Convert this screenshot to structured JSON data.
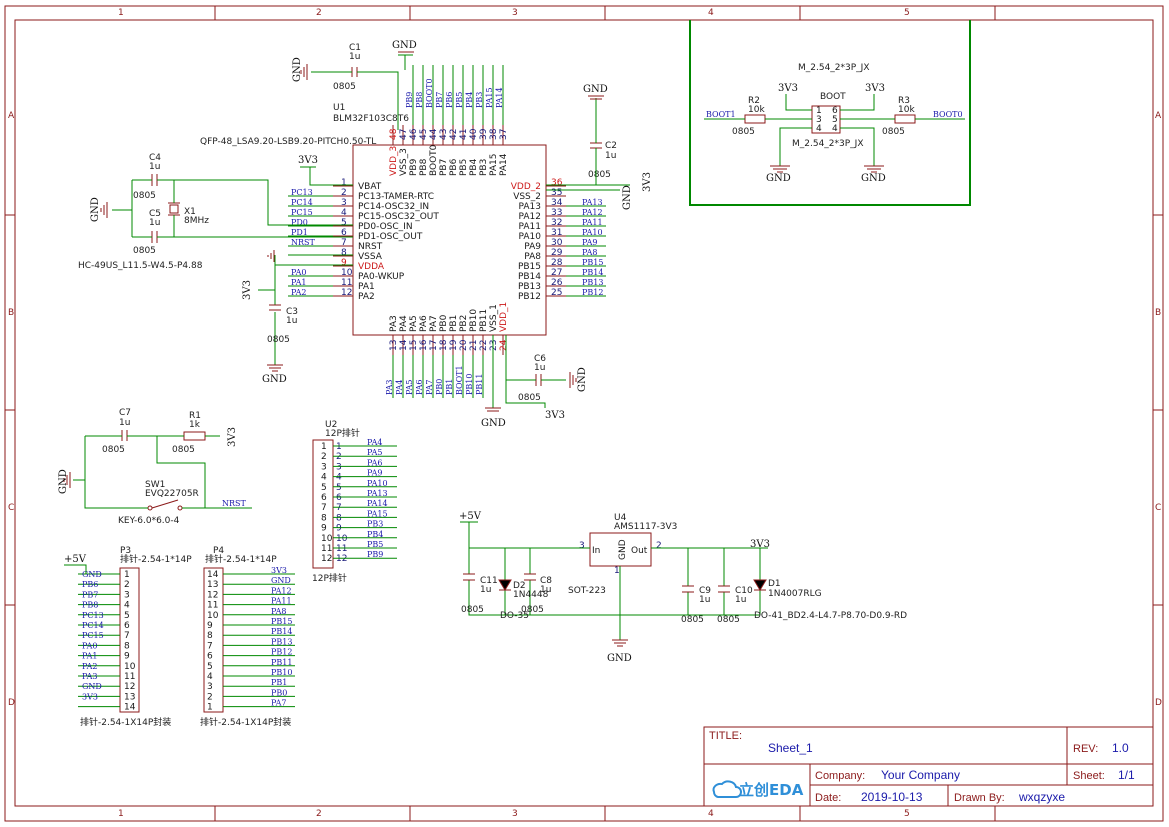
{
  "ruler": {
    "cols": [
      "1",
      "2",
      "3",
      "4",
      "5"
    ],
    "rows": [
      "A",
      "B",
      "C",
      "D"
    ]
  },
  "u1": {
    "ref": "U1",
    "part": "BLM32F103C8T6",
    "pkg": "QFP-48_LSA9.20-LSB9.20-PITCH0.50-TL",
    "left": [
      [
        "1",
        "VBAT"
      ],
      [
        "2",
        "PC13-TAMER-RTC"
      ],
      [
        "3",
        "PC14-OSC32_IN"
      ],
      [
        "4",
        "PC15-OSC32_OUT"
      ],
      [
        "5",
        "PD0-OSC_IN"
      ],
      [
        "6",
        "PD1-OSC_OUT"
      ],
      [
        "7",
        "NRST"
      ],
      [
        "8",
        "VSSA"
      ],
      [
        "9",
        "VDDA"
      ],
      [
        "10",
        "PA0-WKUP"
      ],
      [
        "11",
        "PA1"
      ],
      [
        "12",
        "PA2"
      ]
    ],
    "right": [
      [
        "36",
        "VDD_2"
      ],
      [
        "35",
        "VSS_2"
      ],
      [
        "34",
        "PA13"
      ],
      [
        "33",
        "PA12"
      ],
      [
        "32",
        "PA11"
      ],
      [
        "31",
        "PA10"
      ],
      [
        "30",
        "PA9"
      ],
      [
        "29",
        "PA8"
      ],
      [
        "28",
        "PB15"
      ],
      [
        "27",
        "PB14"
      ],
      [
        "26",
        "PB13"
      ],
      [
        "25",
        "PB12"
      ]
    ],
    "top": [
      [
        "48",
        "VDD_3"
      ],
      [
        "47",
        "VSS_3"
      ],
      [
        "46",
        "PB9"
      ],
      [
        "45",
        "PB8"
      ],
      [
        "44",
        "BOOT0"
      ],
      [
        "43",
        "PB7"
      ],
      [
        "42",
        "PB6"
      ],
      [
        "41",
        "PB5"
      ],
      [
        "40",
        "PB4"
      ],
      [
        "39",
        "PB3"
      ],
      [
        "38",
        "PA15"
      ],
      [
        "37",
        "PA14"
      ]
    ],
    "bottom": [
      [
        "13",
        "PA3"
      ],
      [
        "14",
        "PA4"
      ],
      [
        "15",
        "PA5"
      ],
      [
        "16",
        "PA6"
      ],
      [
        "17",
        "PA7"
      ],
      [
        "18",
        "PB0"
      ],
      [
        "19",
        "PB1"
      ],
      [
        "20",
        "PB2"
      ],
      [
        "21",
        "PB10"
      ],
      [
        "22",
        "PB11"
      ],
      [
        "23",
        "VSS_1"
      ],
      [
        "24",
        "VDD_1"
      ]
    ],
    "leftnets": [
      "",
      "PC13",
      "PC14",
      "PC15",
      "PD0",
      "PD1",
      "NRST",
      "",
      "",
      "PA0",
      "PA1",
      "PA2"
    ],
    "rightnets": [
      "",
      "",
      "PA13",
      "PA12",
      "PA11",
      "PA10",
      "PA9",
      "PA8",
      "PB15",
      "PB14",
      "PB13",
      "PB12"
    ],
    "topnets": [
      "",
      "",
      "PB9",
      "PB8",
      "BOOT0",
      "PB7",
      "PB6",
      "PB5",
      "PB4",
      "PB3",
      "PA15",
      "PA14"
    ],
    "botnets": [
      "PA3",
      "PA4",
      "PA5",
      "PA6",
      "PA7",
      "PB0",
      "PB1",
      "BOOT1",
      "PB10",
      "PB11",
      "",
      ""
    ]
  },
  "parts": {
    "c1": "C1",
    "c1v": "1u",
    "c1p": "0805",
    "c2": "C2",
    "c2v": "1u",
    "c2p": "0805",
    "c3": "C3",
    "c3v": "1u",
    "c3p": "0805",
    "c4": "C4",
    "c4v": "1u",
    "c4p": "0805",
    "c5": "C5",
    "c5v": "1u",
    "c5p": "0805",
    "c6": "C6",
    "c6v": "1u",
    "c6p": "0805",
    "c7": "C7",
    "c7v": "1u",
    "c7p": "0805",
    "r1": "R1",
    "r1v": "1k",
    "r1p": "0805",
    "x1": "X1",
    "x1v": "8MHz",
    "x1p": "HC-49US_L11.5-W4.5-P4.88",
    "sw1": "SW1",
    "sw1v": "EVQ22705R",
    "sw1p": "KEY-6.0*6.0-4",
    "r2": "R2",
    "r2v": "10k",
    "r2p": "0805",
    "r3": "R3",
    "r3v": "10k",
    "r3p": "0805",
    "boot": "BOOT",
    "bootpart": "M_2.54_2*3P_JX",
    "bootpkg": "M_2.54_2*3P_JX",
    "boot1net": "BOOT1",
    "boot0net": "BOOT0",
    "u2": "U2",
    "u2v": "12P排针",
    "u2p": "12P排针",
    "u2nets": [
      "PA4",
      "PA5",
      "PA6",
      "PA9",
      "PA10",
      "PA13",
      "PA14",
      "PA15",
      "PB3",
      "PB4",
      "PB5",
      "PB9"
    ],
    "p3": "P3",
    "p3v": "排针-2.54-1*14P",
    "p3p": "排针-2.54-1X14P封装",
    "p3nets": [
      "GND",
      "PB6",
      "PB7",
      "PB8",
      "PC13",
      "PC14",
      "PC15",
      "PA0",
      "PA1",
      "PA2",
      "PA3",
      "GND",
      "3V3",
      ""
    ],
    "p4": "P4",
    "p4v": "排针-2.54-1*14P",
    "p4p": "排针-2.54-1X14P封装",
    "p4nets": [
      "3V3",
      "GND",
      "PA12",
      "PA11",
      "PA8",
      "PB15",
      "PB14",
      "PB13",
      "PB12",
      "PB11",
      "PB10",
      "PB1",
      "PB0",
      "PA7"
    ],
    "u4": "U4",
    "u4v": "AMS1117-3V3",
    "u4p": "SOT-223",
    "u4in": "In",
    "u4gnd": "GND",
    "u4out": "Out",
    "c11": "C11",
    "c11v": "1u",
    "c11p": "0805",
    "c8": "C8",
    "c8v": "1u",
    "c8p": "0805",
    "c9": "C9",
    "c9v": "1u",
    "c9p": "0805",
    "c10": "C10",
    "c10v": "1u",
    "c10p": "0805",
    "d2": "D2",
    "d2v": "1N4448",
    "d2p": "DO-35",
    "d1": "D1",
    "d1v": "1N4007RLG",
    "d1p": "DO-41_BD2.4-L4.7-P8.70-D0.9-RD",
    "gnd": "GND",
    "v33": "3V3",
    "v5": "+5V",
    "nrst": "NRST"
  },
  "title": {
    "title_label": "TITLE:",
    "title": "Sheet_1",
    "rev_label": "REV:",
    "rev": "1.0",
    "company_label": "Company:",
    "company": "Your Company",
    "sheet_label": "Sheet:",
    "sheet": "1/1",
    "date_label": "Date:",
    "date": "2019-10-13",
    "drawn_label": "Drawn By:",
    "drawn": "wxqzyxe",
    "logo": "立创EDA"
  }
}
